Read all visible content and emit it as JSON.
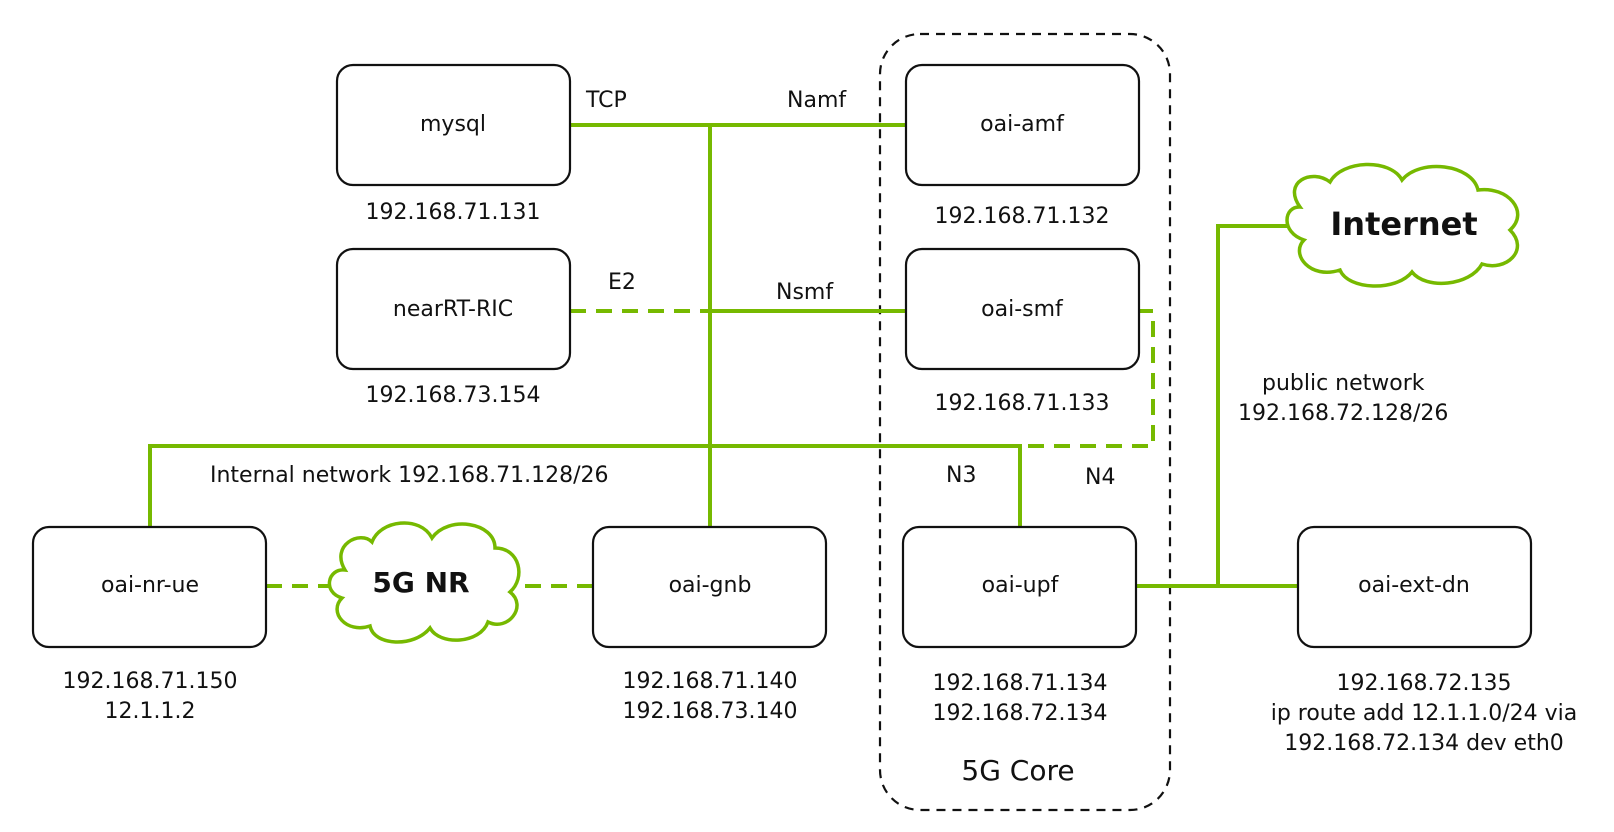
{
  "nodes": {
    "mysql": {
      "label": "mysql",
      "ips": [
        "192.168.71.131"
      ]
    },
    "ric": {
      "label": "nearRT-RIC",
      "ips": [
        "192.168.73.154"
      ]
    },
    "amf": {
      "label": "oai-amf",
      "ips": [
        "192.168.71.132"
      ]
    },
    "smf": {
      "label": "oai-smf",
      "ips": [
        "192.168.71.133"
      ]
    },
    "ue": {
      "label": "oai-nr-ue",
      "ips": [
        "192.168.71.150",
        "12.1.1.2"
      ]
    },
    "gnb": {
      "label": "oai-gnb",
      "ips": [
        "192.168.71.140",
        "192.168.73.140"
      ]
    },
    "upf": {
      "label": "oai-upf",
      "ips": [
        "192.168.71.134",
        "192.168.72.134"
      ]
    },
    "extdn": {
      "label": "oai-ext-dn",
      "ips": [
        "192.168.72.135",
        "ip route add 12.1.1.0/24 via",
        "192.168.72.134 dev eth0"
      ]
    }
  },
  "clouds": {
    "internet": "Internet",
    "nr": "5G NR"
  },
  "edge_labels": {
    "tcp": "TCP",
    "namf": "Namf",
    "e2": "E2",
    "nsmf": "Nsmf",
    "internal": "Internal network 192.168.71.128/26",
    "n3": "N3",
    "n4": "N4",
    "public": [
      "public network",
      "192.168.72.128/26"
    ]
  },
  "groups": {
    "core": "5G Core"
  },
  "colors": {
    "link": "#76b900",
    "outline": "#111111"
  }
}
